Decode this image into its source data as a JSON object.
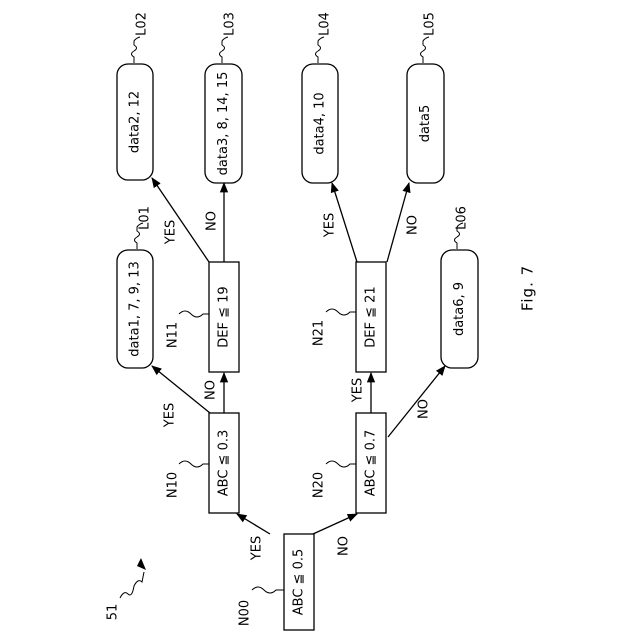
{
  "diagram": {
    "figure_number": "51",
    "caption": "Fig. 7",
    "nodes": {
      "n00": {
        "id": "N00",
        "condition": "ABC ≦ 0.5"
      },
      "n10": {
        "id": "N10",
        "condition": "ABC ≦ 0.3"
      },
      "n11": {
        "id": "N11",
        "condition": "DEF ≦ 19"
      },
      "n20": {
        "id": "N20",
        "condition": "ABC ≦ 0.7"
      },
      "n21": {
        "id": "N21",
        "condition": "DEF ≦ 21"
      }
    },
    "leaves": {
      "l01": {
        "id": "L01",
        "content": "data1, 7, 9, 13"
      },
      "l02": {
        "id": "L02",
        "content": "data2, 12"
      },
      "l03": {
        "id": "L03",
        "content": "data3, 8, 14, 15"
      },
      "l04": {
        "id": "L04",
        "content": "data4, 10"
      },
      "l05": {
        "id": "L05",
        "content": "data5"
      },
      "l06": {
        "id": "L06",
        "content": "data6, 9"
      }
    },
    "edge_labels": {
      "yes": "YES",
      "no": "NO"
    }
  }
}
